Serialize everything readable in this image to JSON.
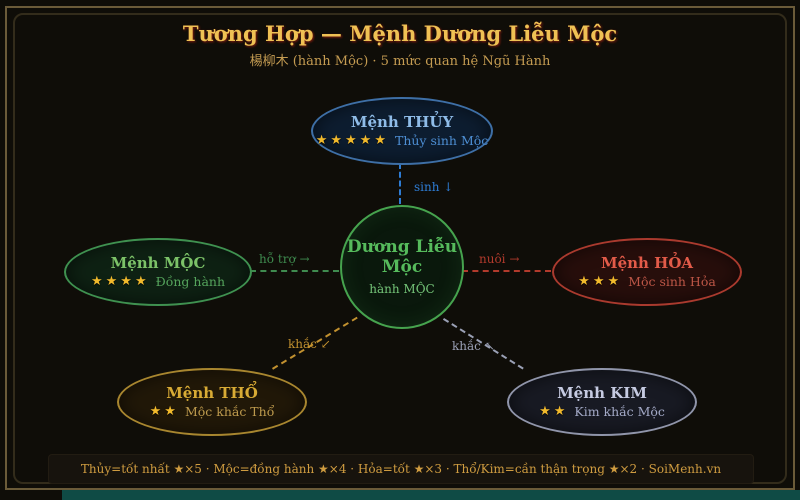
{
  "header": {
    "title": "Tương Hợp — Mệnh Dương Liễu Mộc",
    "subtitle": "楊柳木 (hành Mộc) · 5 mức quan hệ Ngũ Hành",
    "title_color": "#efc154",
    "subtitle_color": "#c59c52"
  },
  "center_node": {
    "name_line1": "Dương Liễu",
    "name_line2": "Mộc",
    "sub": "hành MỘC",
    "border_color": "#46a34e",
    "fill_color": "#0a180c",
    "title_color": "#56bb5c",
    "note_color": "#74c478"
  },
  "nodes": [
    {
      "id": "thuy",
      "title": "Mệnh THỦY",
      "stars": 5,
      "stars_text": "★★★★★",
      "note": "Thủy sinh Mộc",
      "border_color": "#3e6fa6",
      "fill_color": "#0d1d30",
      "title_color": "#8fbce8",
      "note_color": "#4d8ed3"
    },
    {
      "id": "moc",
      "title": "Mệnh MỘC",
      "stars": 4,
      "stars_text": "★★★★",
      "note": "Đồng hành",
      "border_color": "#3f9150",
      "fill_color": "#0e2113",
      "title_color": "#7cc268",
      "note_color": "#55a45c"
    },
    {
      "id": "hoa",
      "title": "Mệnh HỎA",
      "stars": 3,
      "stars_text": "★★★",
      "note": "Mộc sinh Hỏa",
      "border_color": "#aa3a2e",
      "fill_color": "#270e0b",
      "title_color": "#e25b49",
      "note_color": "#bc5646"
    },
    {
      "id": "tho",
      "title": "Mệnh THỔ",
      "stars": 2,
      "stars_text": "★★",
      "note": "Mộc khắc Thổ",
      "border_color": "#a8862f",
      "fill_color": "#211808",
      "title_color": "#d8ab35",
      "note_color": "#bd9a4d"
    },
    {
      "id": "kim",
      "title": "Mệnh KIM",
      "stars": 2,
      "stars_text": "★★",
      "note": "Kim khắc Mộc",
      "border_color": "#9095aa",
      "fill_color": "#181a23",
      "title_color": "#c6cbe2",
      "note_color": "#a3a9c6"
    }
  ],
  "connectors": [
    {
      "from": "thuy",
      "to": "center",
      "label": "sinh ↓",
      "color": "#2e7cd4"
    },
    {
      "from": "moc",
      "to": "center",
      "label": "hỗ trợ →",
      "color": "#3f8b4f"
    },
    {
      "from": "center",
      "to": "hoa",
      "label": "nuôi →",
      "color": "#b23a2c"
    },
    {
      "from": "center",
      "to": "tho",
      "label": "khắc ↙",
      "color": "#c2912f"
    },
    {
      "from": "kim",
      "to": "center",
      "label": "khắc ↖",
      "color": "#9aa0b5"
    }
  ],
  "legend": {
    "text": "Thủy=tốt nhất ★×5 · Mộc=đồng hành ★×4 · Hỏa=tốt ★×3 · Thổ/Kim=cần thận trọng ★×2 · SoiMenh.vn",
    "text_color": "#cf9c40"
  },
  "stars_color": "#f2ba2c"
}
